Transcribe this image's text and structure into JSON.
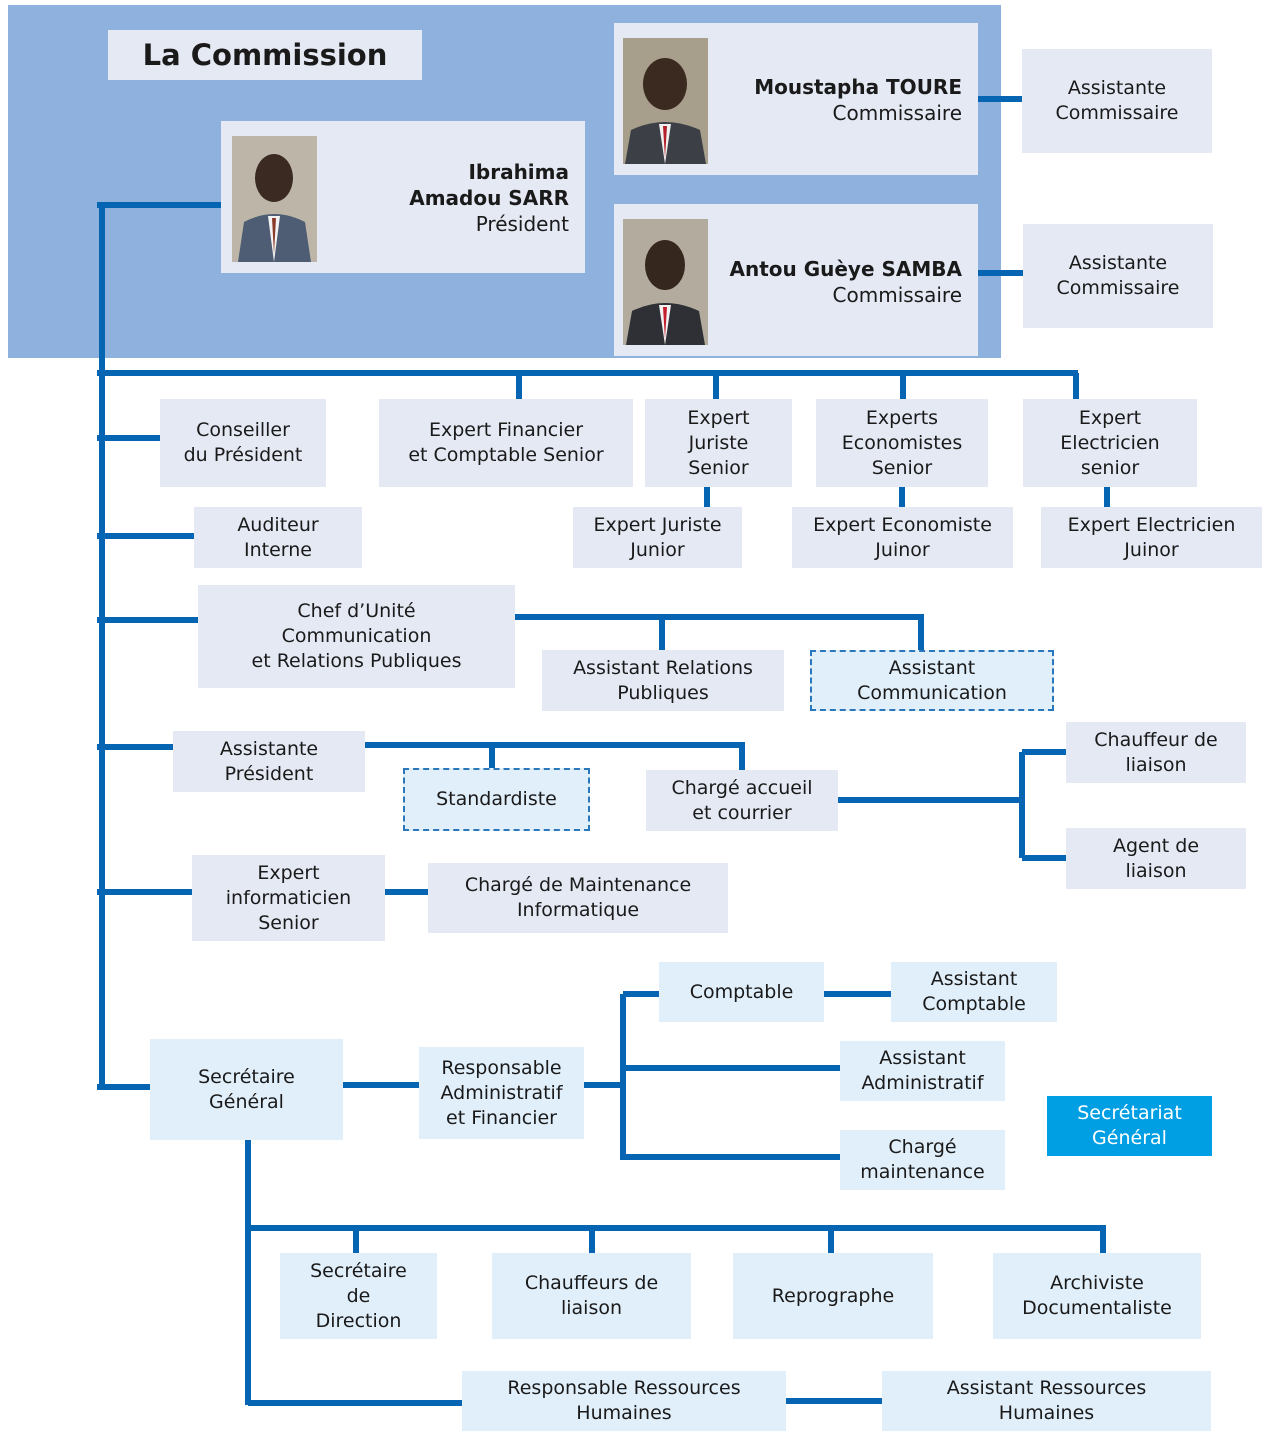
{
  "commission": {
    "title": "La Commission",
    "president": {
      "name_line1": "Ibrahima",
      "name_line2": "Amadou SARR",
      "role": "Président"
    },
    "commissaire1": {
      "name": "Moustapha TOURE",
      "role": "Commissaire"
    },
    "commissaire2": {
      "name": "Antou Guèye SAMBA",
      "role": "Commissaire"
    },
    "assistante1": "Assistante\nCommissaire",
    "assistante2": "Assistante\nCommissaire"
  },
  "nodes": {
    "conseiller": "Conseiller\ndu Président",
    "expert_financier": "Expert Financier\net Comptable Senior",
    "expert_juriste_senior": "Expert\nJuriste\nSenior",
    "experts_economistes_senior": "Experts\nEconomistes\nSenior",
    "expert_electricien_senior": "Expert\nElectricien\nsenior",
    "auditeur": "Auditeur\nInterne",
    "expert_juriste_junior": "Expert Juriste\nJunior",
    "expert_economiste_junior": "Expert Economiste\nJuinor",
    "expert_electricien_junior": "Expert Electricien\nJuinor",
    "chef_unite": "Chef d’Unité\nCommunication\net Relations Publiques",
    "assistant_relations": "Assistant Relations\nPubliques",
    "assistant_communication": "Assistant\nCommunication",
    "assistante_president": "Assistante\nPrésident",
    "standardiste": "Standardiste",
    "charge_accueil": "Chargé accueil\net courrier",
    "chauffeur_liaison": "Chauffeur de\nliaison",
    "agent_liaison": "Agent de\nliaison",
    "expert_informaticien": "Expert\ninformaticien\nSenior",
    "charge_maintenance_info": "Chargé de Maintenance\nInformatique",
    "comptable": "Comptable",
    "assistant_comptable": "Assistant\nComptable",
    "secretaire_general": "Secrétaire\nGénéral",
    "responsable_admin": "Responsable\nAdministratif\net Financier",
    "assistant_administratif": "Assistant\nAdministratif",
    "charge_maintenance": "Chargé\nmaintenance",
    "secretariat_general": "Secrétariat\nGénéral",
    "secretaire_direction": "Secrétaire\nde\nDirection",
    "chauffeurs_liaison": "Chauffeurs de\nliaison",
    "reprographe": "Reprographe",
    "archiviste": "Archiviste\nDocumentaliste",
    "responsable_rh": "Responsable Ressources\nHumaines",
    "assistant_rh": "Assistant Ressources\nHumaines"
  },
  "colors": {
    "line": "#0565b3",
    "commission_bg": "#8fb1dd",
    "box_gray": "#e4e9f4",
    "box_light": "#e1effa",
    "legend": "#009ee3"
  }
}
